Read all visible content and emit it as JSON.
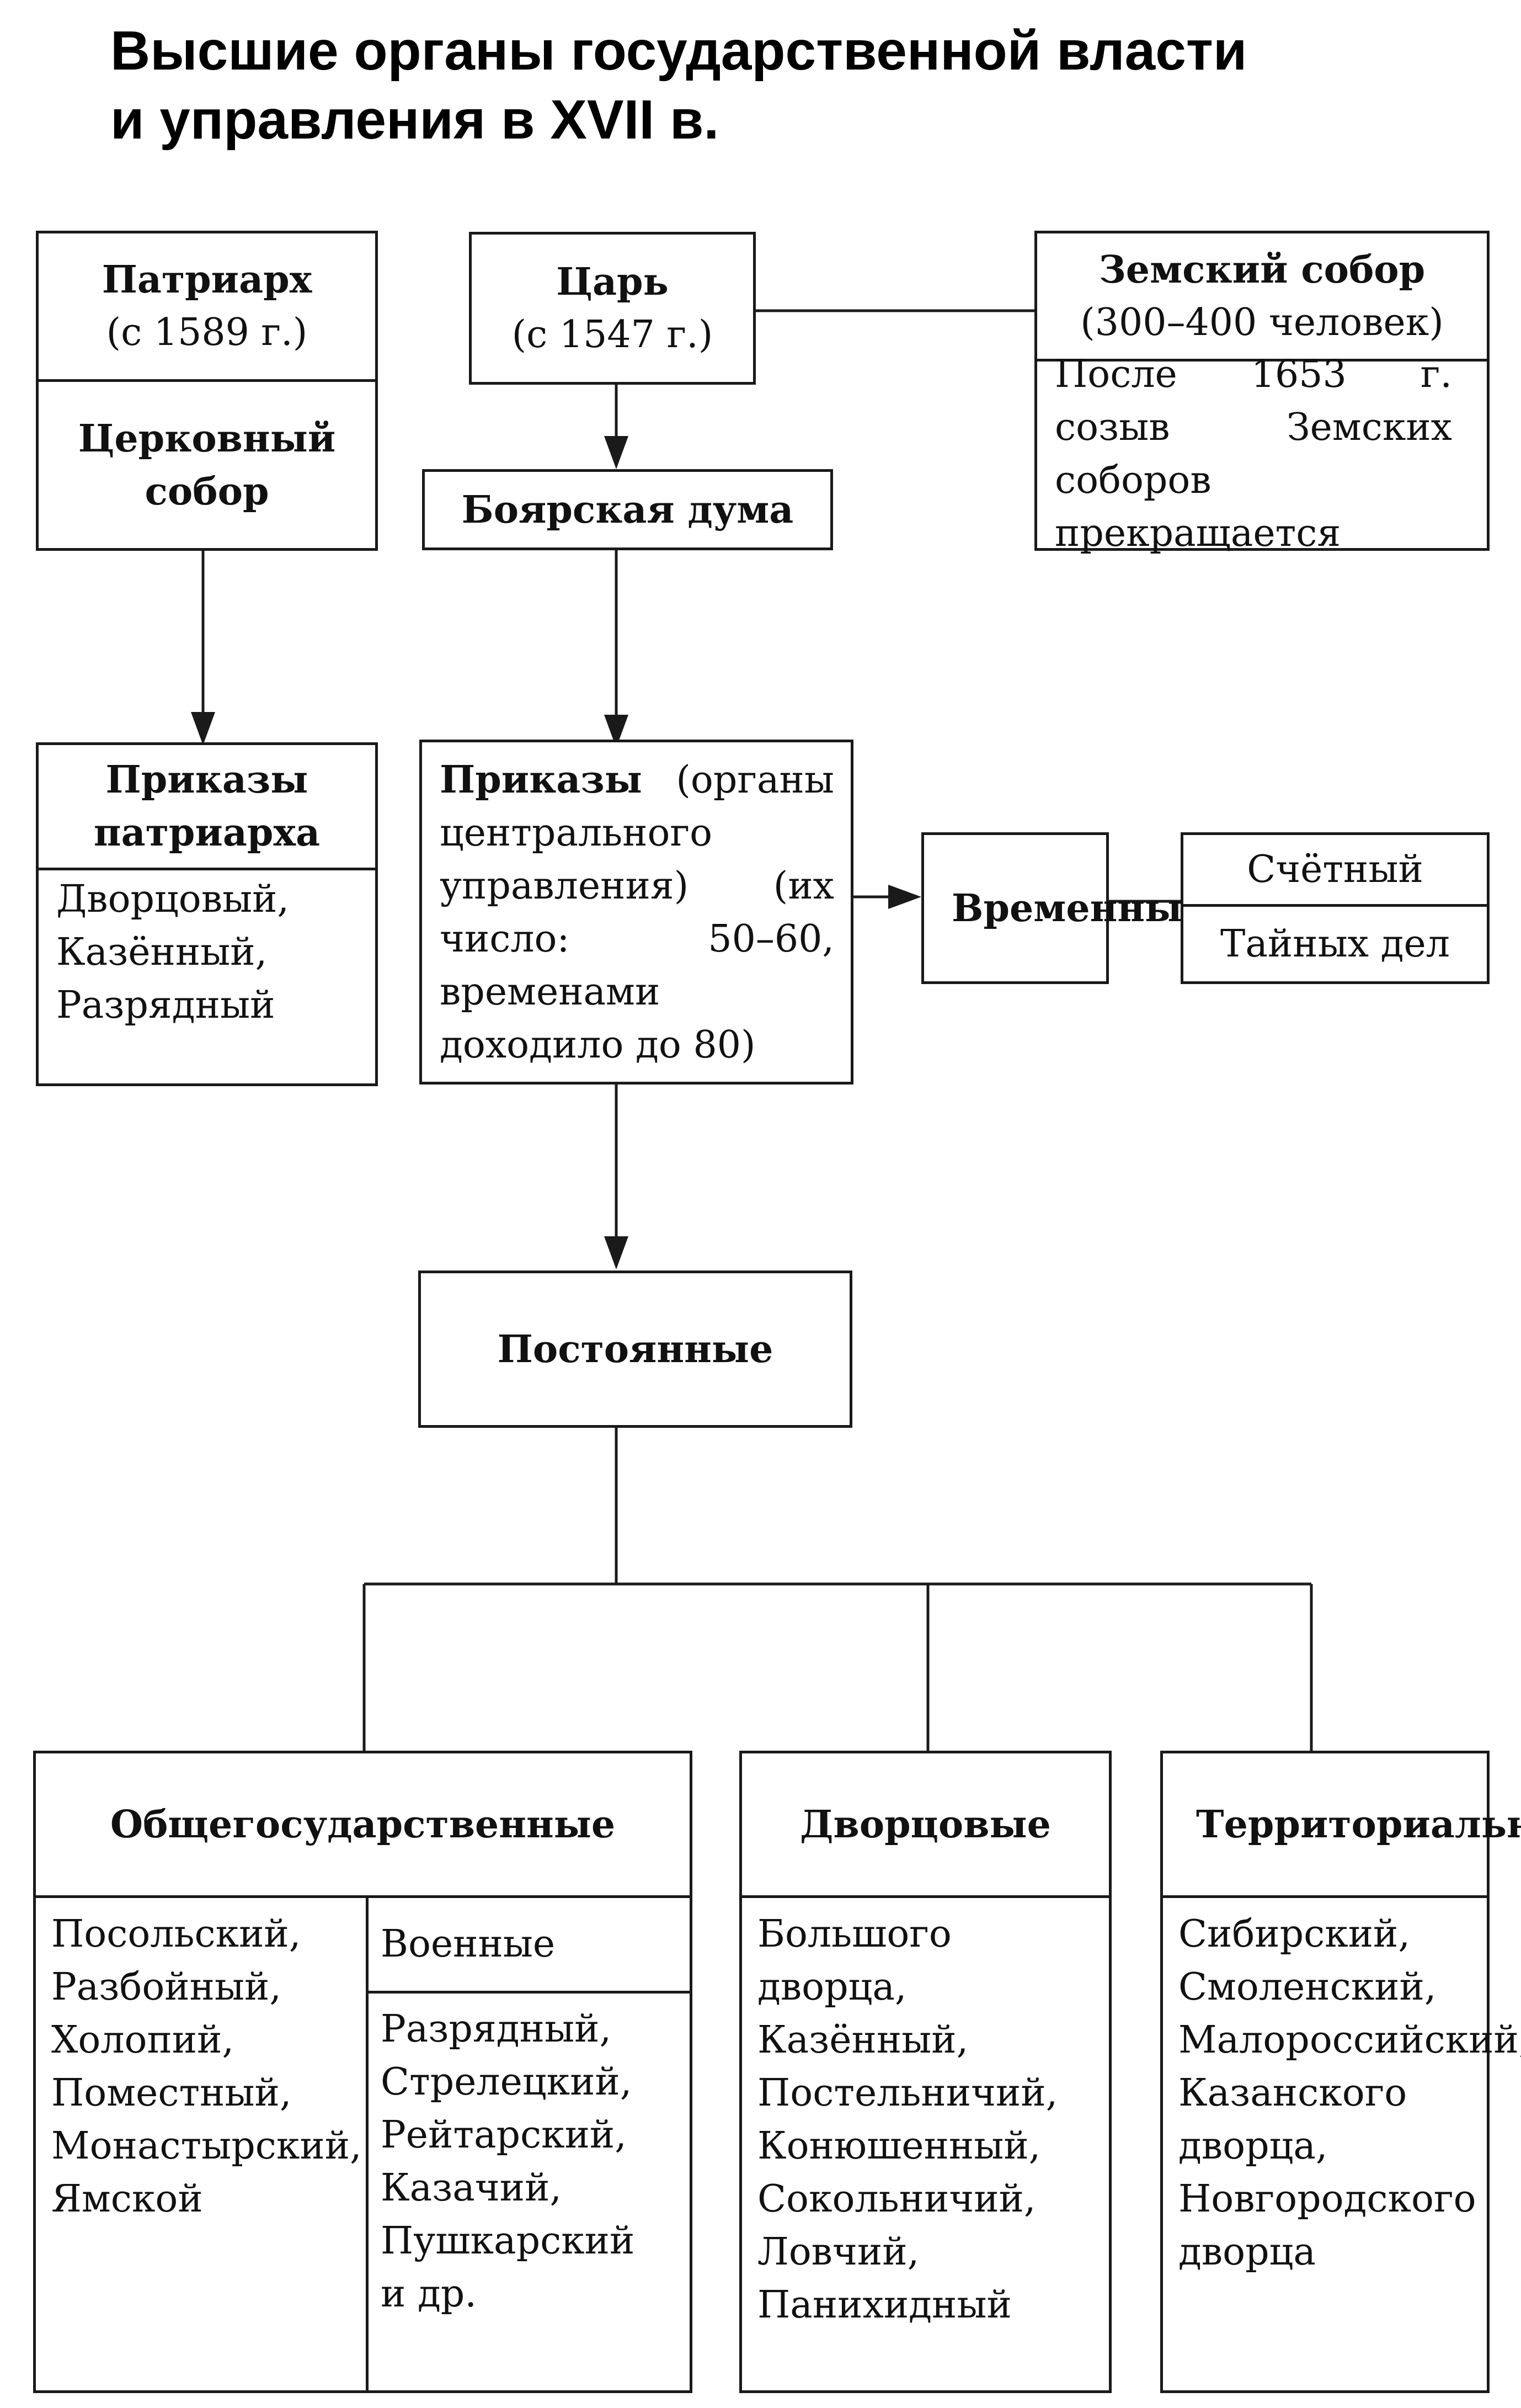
{
  "title": {
    "line1": "Высшие органы государственной власти",
    "line2": "и управления в XVII в."
  },
  "patriarch": {
    "name": "Патриарх",
    "since": "(с 1589 г.)",
    "council": "Церковный собор"
  },
  "tsar": {
    "name": "Царь",
    "since": "(с 1547 г.)"
  },
  "zemsky": {
    "name": "Земский собор",
    "size": "(300–400 человек)",
    "note": "После 1653 г. созыв Земских соборов прекращается"
  },
  "boyar_duma": "Боярская дума",
  "patriarch_prikazy": {
    "title": "Приказы патриарха",
    "items": [
      "Дворцовый,",
      "Казённый,",
      "Разрядный"
    ]
  },
  "prikazy": {
    "title": "Приказы",
    "desc": " (органы центрального управления) (их число: 50–60, временами доходило до 80)"
  },
  "temporary": {
    "title": "Временные",
    "items": [
      "Счётный",
      "Тайных дел"
    ]
  },
  "permanent": "Постоянные",
  "state": {
    "title": "Общегосударственные",
    "items": "Посольский, Разбойный, Холопий, Поместный, Монастырский, Ямской",
    "military_title": "Военные",
    "military_items": "Разрядный, Стрелецкий, Рейтарский, Казачий, Пушкарский и др."
  },
  "palace": {
    "title": "Дворцовые",
    "items": "Большого дворца, Казённый, Постельничий, Конюшенный, Сокольничий, Ловчий, Панихидный"
  },
  "territorial": {
    "title": "Территориальные",
    "items": "Сибирский, Смоленский, Малороссийский, Казанского дворца, Новгородского дворца"
  }
}
